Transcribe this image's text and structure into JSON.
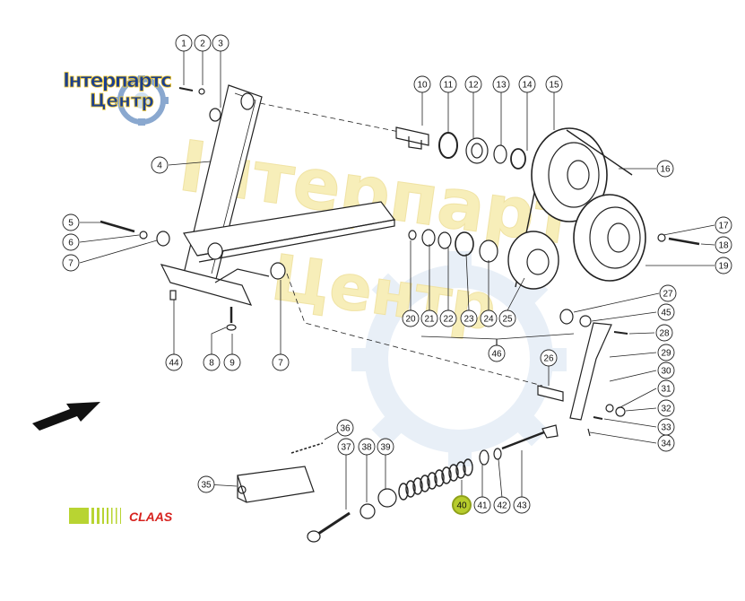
{
  "logo": {
    "line1": "Інтерпартс",
    "line2": "Центр",
    "brand_text": "CLAAS",
    "brand_color": "#d7231f",
    "brand_bar_color": "#b8d432",
    "logo_text_color": "#1b3f8f",
    "logo_bg_color": "#f2c72a"
  },
  "watermark": {
    "line1": "Інтерпартс",
    "line2": "Центр",
    "color": "#f5e9a8"
  },
  "highlight": {
    "part": "40",
    "color": "#b7cc2c"
  },
  "callouts": {
    "c1": "1",
    "c2": "2",
    "c3": "3",
    "c4": "4",
    "c5": "5",
    "c6": "6",
    "c7a": "7",
    "c7b": "7",
    "c8": "8",
    "c9": "9",
    "c10": "10",
    "c11": "11",
    "c12": "12",
    "c13": "13",
    "c14": "14",
    "c15": "15",
    "c16": "16",
    "c17": "17",
    "c18": "18",
    "c19": "19",
    "c20": "20",
    "c21": "21",
    "c22": "22",
    "c23": "23",
    "c24": "24",
    "c25": "25",
    "c26": "26",
    "c27": "27",
    "c28": "28",
    "c29": "29",
    "c30": "30",
    "c31": "31",
    "c32": "32",
    "c33": "33",
    "c34": "34",
    "c35": "35",
    "c36": "36",
    "c37": "37",
    "c38": "38",
    "c39": "39",
    "c40": "40",
    "c41": "41",
    "c42": "42",
    "c43": "43",
    "c44": "44",
    "c45": "45",
    "c46": "46"
  }
}
